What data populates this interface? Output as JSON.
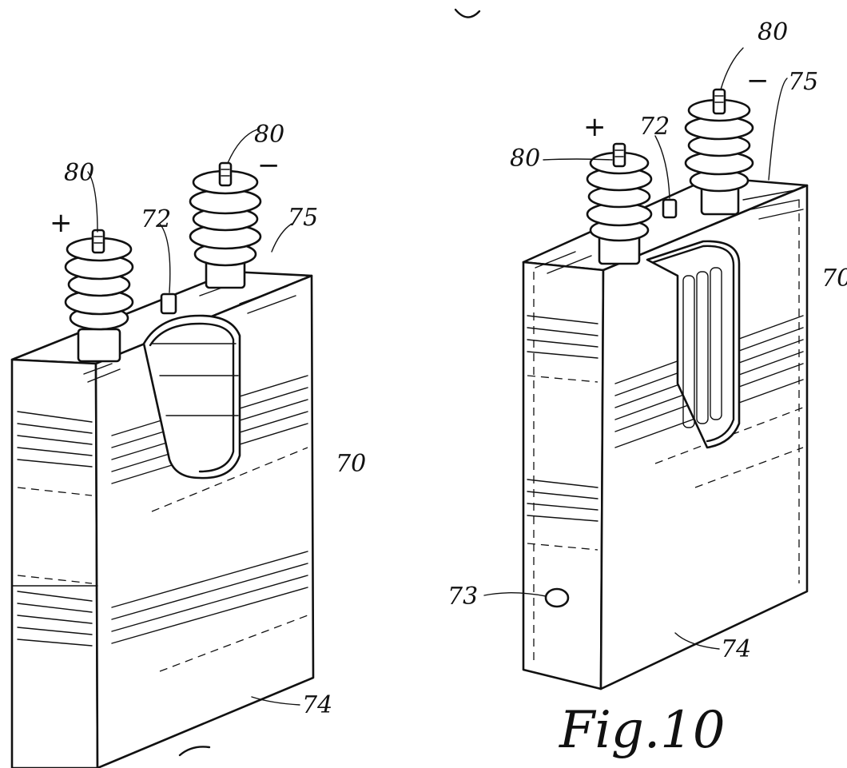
{
  "figure": {
    "caption": "Fig.10"
  },
  "left_device": {
    "terminal_plus_ref": "80",
    "terminal_minus_ref": "80",
    "plus_sign": "+",
    "minus_sign": "−",
    "fill_port_ref": "72",
    "lid_ref": "75",
    "housing_ref": "70",
    "bottom_ref": "74"
  },
  "right_device": {
    "terminal_plus_ref": "80",
    "terminal_minus_ref": "80",
    "plus_sign": "+",
    "minus_sign": "−",
    "fill_port_ref": "72",
    "lid_ref": "75",
    "housing_ref": "70",
    "side_port_ref": "73",
    "bottom_ref": "74"
  }
}
